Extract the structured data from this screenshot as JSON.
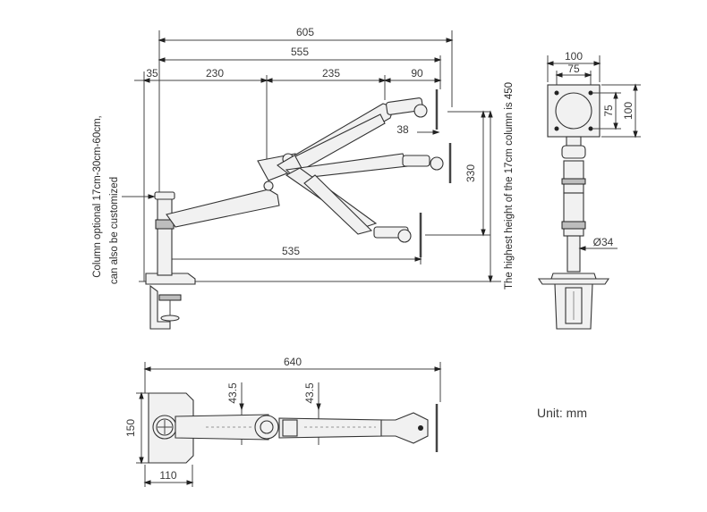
{
  "dimensions": {
    "overall_reach": "605",
    "arm_span": "555",
    "column_offset": "35",
    "first_arm": "230",
    "second_arm": "235",
    "head_depth": "90",
    "tilt_offset": "38",
    "vertical_travel": "330",
    "lower_reach": "535",
    "plate_width": "100",
    "vesa_width": "75",
    "vesa_height": "75",
    "plate_height": "100",
    "column_diameter": "Ø34",
    "top_view_length": "640",
    "joint_height_1": "43.5",
    "joint_height_2": "43.5",
    "base_height": "150",
    "base_width": "110"
  },
  "notes": {
    "column_note_line1": "Column optional 17cm-30cm-60cm,",
    "column_note_line2": "can also be customized",
    "height_note": "The highest height of the 17cm column is 450"
  },
  "unit_label": "Unit: mm"
}
